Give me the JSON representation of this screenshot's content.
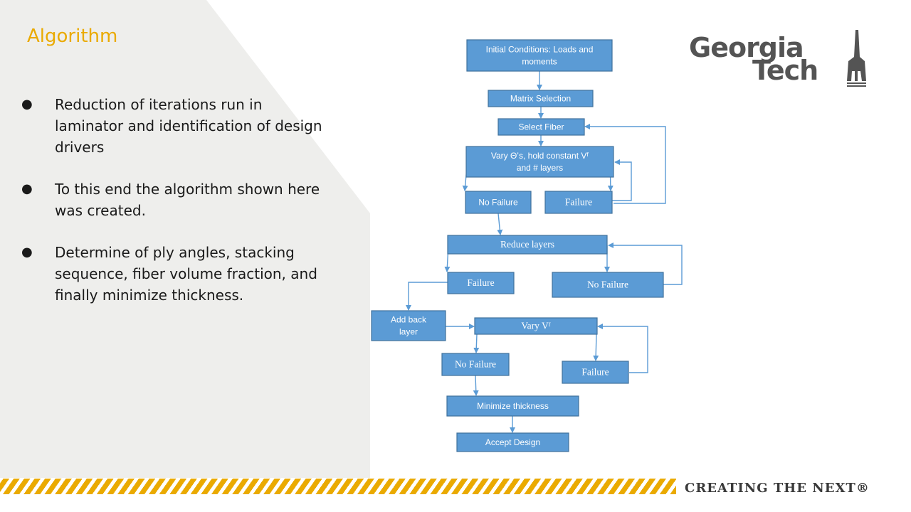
{
  "slide": {
    "title": "Algorithm",
    "bullet_glyph": "●",
    "bullets": [
      "Reduction of iterations run in laminator and identification of design drivers",
      "To this end the algorithm shown here was created.",
      "Determine of ply angles, stacking sequence, fiber volume fraction, and finally minimize thickness."
    ]
  },
  "logo": {
    "line1": "Georgia",
    "line2": "Tech",
    "icon": "tech-tower-icon"
  },
  "footer": {
    "tagline": "CREATING THE NEXT®"
  },
  "flowchart": {
    "node_color": "#5b9bd5",
    "nodes": [
      {
        "id": "initial-conditions",
        "lines": [
          "Initial Conditions: Loads and",
          "moments"
        ]
      },
      {
        "id": "matrix-selection",
        "lines": [
          "Matrix Selection"
        ]
      },
      {
        "id": "select-fiber",
        "lines": [
          "Select Fiber"
        ]
      },
      {
        "id": "vary-theta",
        "lines": [
          "Vary Θ’s, hold constant Vᶠ",
          "and # layers"
        ]
      },
      {
        "id": "no-failure-1",
        "lines": [
          "No Failure"
        ]
      },
      {
        "id": "failure-1",
        "lines": [
          "Failure"
        ]
      },
      {
        "id": "reduce-layers",
        "lines": [
          "Reduce layers"
        ]
      },
      {
        "id": "failure-2",
        "lines": [
          "Failure"
        ]
      },
      {
        "id": "no-failure-2",
        "lines": [
          "No Failure"
        ]
      },
      {
        "id": "add-back-layer",
        "lines": [
          "Add back",
          "layer"
        ]
      },
      {
        "id": "vary-vf",
        "lines": [
          "Vary Vᶠ"
        ]
      },
      {
        "id": "no-failure-3",
        "lines": [
          "No Failure"
        ]
      },
      {
        "id": "failure-3",
        "lines": [
          "Failure"
        ]
      },
      {
        "id": "minimize-thickness",
        "lines": [
          "Minimize thickness"
        ]
      },
      {
        "id": "accept-design",
        "lines": [
          "Accept Design"
        ]
      }
    ]
  }
}
